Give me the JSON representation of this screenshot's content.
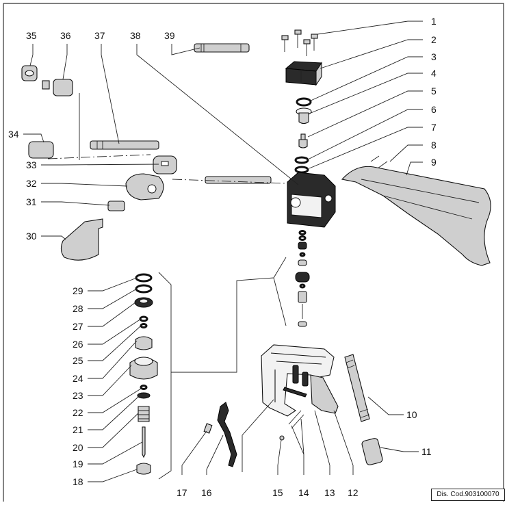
{
  "code": "Dis. Cod.903100070",
  "callouts": [
    {
      "label": "1"
    },
    {
      "label": "2"
    },
    {
      "label": "3"
    },
    {
      "label": "4"
    },
    {
      "label": "5"
    },
    {
      "label": "6"
    },
    {
      "label": "7"
    },
    {
      "label": "8"
    },
    {
      "label": "9"
    },
    {
      "label": "10"
    },
    {
      "label": "11"
    },
    {
      "label": "12"
    },
    {
      "label": "13"
    },
    {
      "label": "14"
    },
    {
      "label": "15"
    },
    {
      "label": "16"
    },
    {
      "label": "17"
    },
    {
      "label": "18"
    },
    {
      "label": "19"
    },
    {
      "label": "20"
    },
    {
      "label": "21"
    },
    {
      "label": "22"
    },
    {
      "label": "23"
    },
    {
      "label": "24"
    },
    {
      "label": "25"
    },
    {
      "label": "26"
    },
    {
      "label": "27"
    },
    {
      "label": "28"
    },
    {
      "label": "29"
    },
    {
      "label": "30"
    },
    {
      "label": "31"
    },
    {
      "label": "32"
    },
    {
      "label": "33"
    },
    {
      "label": "34"
    },
    {
      "label": "35"
    },
    {
      "label": "36"
    },
    {
      "label": "37"
    },
    {
      "label": "38"
    },
    {
      "label": "39"
    }
  ]
}
